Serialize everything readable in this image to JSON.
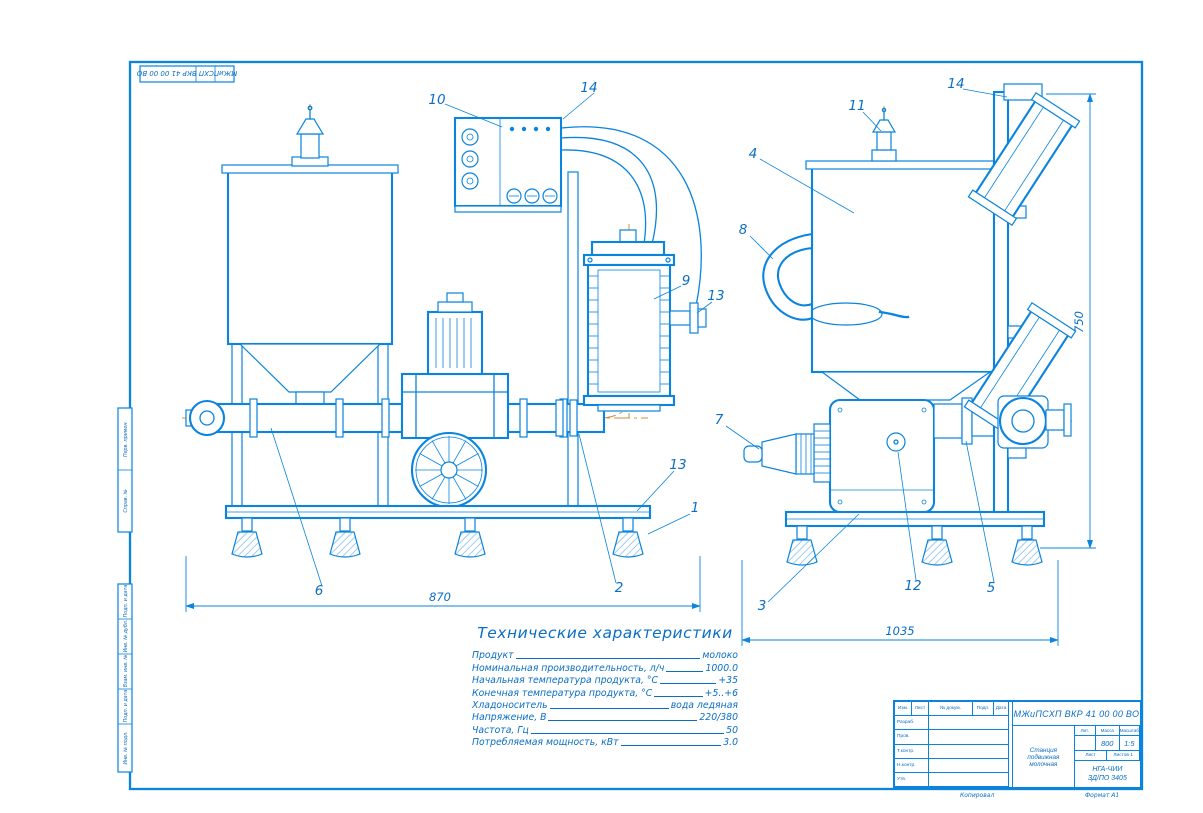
{
  "colors": {
    "line": "#0a84dc",
    "centerline": "#cf8f3b",
    "text": "#0a6ec6"
  },
  "corner_stamp": {
    "text": "МЖиПСХП ВКР 41 00 00 ВО"
  },
  "frame_columns": {
    "group1": [
      "Перв. примен.",
      "Справ. №"
    ],
    "group2": [
      "Подп. и дата",
      "Инв. № дубл.",
      "Взам. инв. №",
      "Подп. и дата",
      "Инв. № подл."
    ]
  },
  "callouts": {
    "p1": "1",
    "p2": "2",
    "p3": "3",
    "p4": "4",
    "p5": "5",
    "p6": "6",
    "p7": "7",
    "p8": "8",
    "p9": "9",
    "p10": "10",
    "p11": "11",
    "p12": "12",
    "p13": "13",
    "p13b": "13",
    "p14": "14",
    "p14b": "14"
  },
  "dims": {
    "machine_width": "870",
    "machine_height": "750",
    "side_width": "1035"
  },
  "tech_specs": {
    "title": "Технические характеристики",
    "rows": [
      {
        "label": "Продукт",
        "value": "молоко"
      },
      {
        "label": "Номинальная производительность, л/ч",
        "value": "1000.0"
      },
      {
        "label": "Начальная температура продукта, °С",
        "value": "+35"
      },
      {
        "label": "Конечная температура продукта, °С",
        "value": "+5..+6"
      },
      {
        "label": "Хладоноситель",
        "value": "вода ледяная"
      },
      {
        "label": "Напряжение, В",
        "value": "220/380"
      },
      {
        "label": "Частота, Гц",
        "value": "50"
      },
      {
        "label": "Потребляемая мощность, кВт",
        "value": "3.0"
      }
    ]
  },
  "title_block": {
    "code": "МЖиПСХП ВКР 41 00 00 ВО",
    "name": "Станция подвижная молочная",
    "cols": [
      "Изм.",
      "Лист",
      "№ докум.",
      "Подп.",
      "Дата"
    ],
    "roles": [
      "Разраб.",
      "Пров.",
      "Т.контр.",
      "Н.контр.",
      "Утв."
    ],
    "lit_label": "Лит.",
    "mass_label": "Масса",
    "scale_label": "Масштаб",
    "mass": "800",
    "scale": "1:5",
    "sheet_label": "Лист",
    "sheets_label": "Листов 1",
    "org_line1": "НГА-ЧИИ",
    "org_line2": "ЗД/ПО 3405"
  },
  "footer": {
    "copied": "Копировал",
    "format": "Формат А1"
  }
}
